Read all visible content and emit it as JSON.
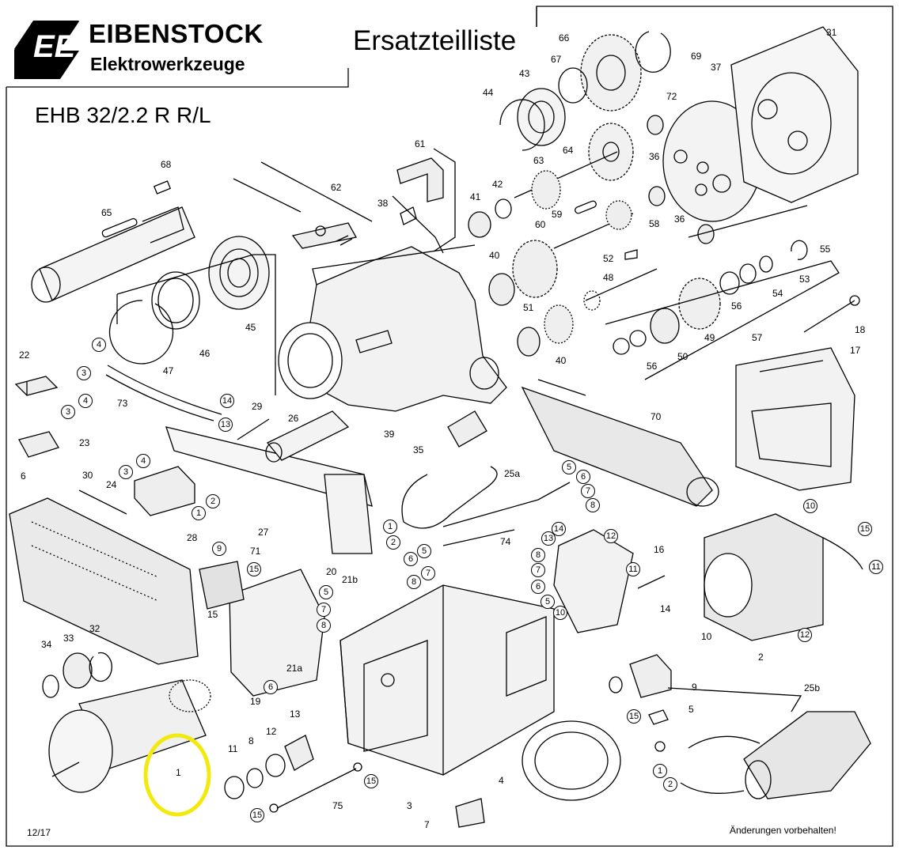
{
  "header": {
    "brand_name": "EIBENSTOCK",
    "brand_subtitle": "Elektrowerkzeuge",
    "logo_letters": "EE",
    "document_title": "Ersatzteilliste"
  },
  "model": "EHB 32/2.2 R R/L",
  "footer": {
    "page_ref": "12/17",
    "disclaimer": "Änderungen vorbehalten!"
  },
  "highlight": {
    "color": "#f2ea0f",
    "target_part": "1"
  },
  "parts": [
    {
      "label": "31"
    },
    {
      "label": "37"
    },
    {
      "label": "66"
    },
    {
      "label": "69"
    },
    {
      "label": "67"
    },
    {
      "label": "43"
    },
    {
      "label": "44"
    },
    {
      "label": "72"
    },
    {
      "label": "36"
    },
    {
      "label": "64"
    },
    {
      "label": "61"
    },
    {
      "label": "63"
    },
    {
      "label": "68"
    },
    {
      "label": "42"
    },
    {
      "label": "41"
    },
    {
      "label": "62"
    },
    {
      "label": "65"
    },
    {
      "label": "38"
    },
    {
      "label": "59"
    },
    {
      "label": "58"
    },
    {
      "label": "36"
    },
    {
      "label": "60"
    },
    {
      "label": "55"
    },
    {
      "label": "52"
    },
    {
      "label": "40"
    },
    {
      "label": "54"
    },
    {
      "label": "53"
    },
    {
      "label": "48"
    },
    {
      "label": "47"
    },
    {
      "label": "46"
    },
    {
      "label": "45"
    },
    {
      "label": "51"
    },
    {
      "label": "56"
    },
    {
      "label": "18"
    },
    {
      "label": "49"
    },
    {
      "label": "57"
    },
    {
      "label": "40"
    },
    {
      "label": "50"
    },
    {
      "label": "56"
    },
    {
      "label": "17"
    },
    {
      "label": "22"
    },
    {
      "label": "73"
    },
    {
      "label": "39"
    },
    {
      "label": "29"
    },
    {
      "label": "26"
    },
    {
      "label": "70"
    },
    {
      "label": "35"
    },
    {
      "label": "6"
    },
    {
      "label": "23"
    },
    {
      "label": "25a"
    },
    {
      "label": "30"
    },
    {
      "label": "24"
    },
    {
      "label": "27"
    },
    {
      "label": "28"
    },
    {
      "label": "74"
    },
    {
      "label": "71"
    },
    {
      "label": "16"
    },
    {
      "label": "20"
    },
    {
      "label": "21b"
    },
    {
      "label": "14"
    },
    {
      "label": "15"
    },
    {
      "label": "34"
    },
    {
      "label": "33"
    },
    {
      "label": "32"
    },
    {
      "label": "21a"
    },
    {
      "label": "19"
    },
    {
      "label": "10"
    },
    {
      "label": "9"
    },
    {
      "label": "2"
    },
    {
      "label": "25b"
    },
    {
      "label": "5"
    },
    {
      "label": "13"
    },
    {
      "label": "11"
    },
    {
      "label": "8"
    },
    {
      "label": "12"
    },
    {
      "label": "1"
    },
    {
      "label": "75"
    },
    {
      "label": "3"
    },
    {
      "label": "4"
    },
    {
      "label": "7"
    }
  ],
  "callouts": [
    {
      "label": "4"
    },
    {
      "label": "3"
    },
    {
      "label": "4"
    },
    {
      "label": "3"
    },
    {
      "label": "14"
    },
    {
      "label": "13"
    },
    {
      "label": "4"
    },
    {
      "label": "3"
    },
    {
      "label": "2"
    },
    {
      "label": "1"
    },
    {
      "label": "9"
    },
    {
      "label": "15"
    },
    {
      "label": "5"
    },
    {
      "label": "7"
    },
    {
      "label": "8"
    },
    {
      "label": "6"
    },
    {
      "label": "1"
    },
    {
      "label": "2"
    },
    {
      "label": "5"
    },
    {
      "label": "6"
    },
    {
      "label": "7"
    },
    {
      "label": "8"
    },
    {
      "label": "6"
    },
    {
      "label": "5"
    },
    {
      "label": "7"
    },
    {
      "label": "8"
    },
    {
      "label": "14"
    },
    {
      "label": "13"
    },
    {
      "label": "12"
    },
    {
      "label": "8"
    },
    {
      "label": "7"
    },
    {
      "label": "6"
    },
    {
      "label": "5"
    },
    {
      "label": "10"
    },
    {
      "label": "11"
    },
    {
      "label": "10"
    },
    {
      "label": "15"
    },
    {
      "label": "11"
    },
    {
      "label": "12"
    },
    {
      "label": "15"
    },
    {
      "label": "1"
    },
    {
      "label": "2"
    },
    {
      "label": "15"
    },
    {
      "label": "15"
    }
  ]
}
